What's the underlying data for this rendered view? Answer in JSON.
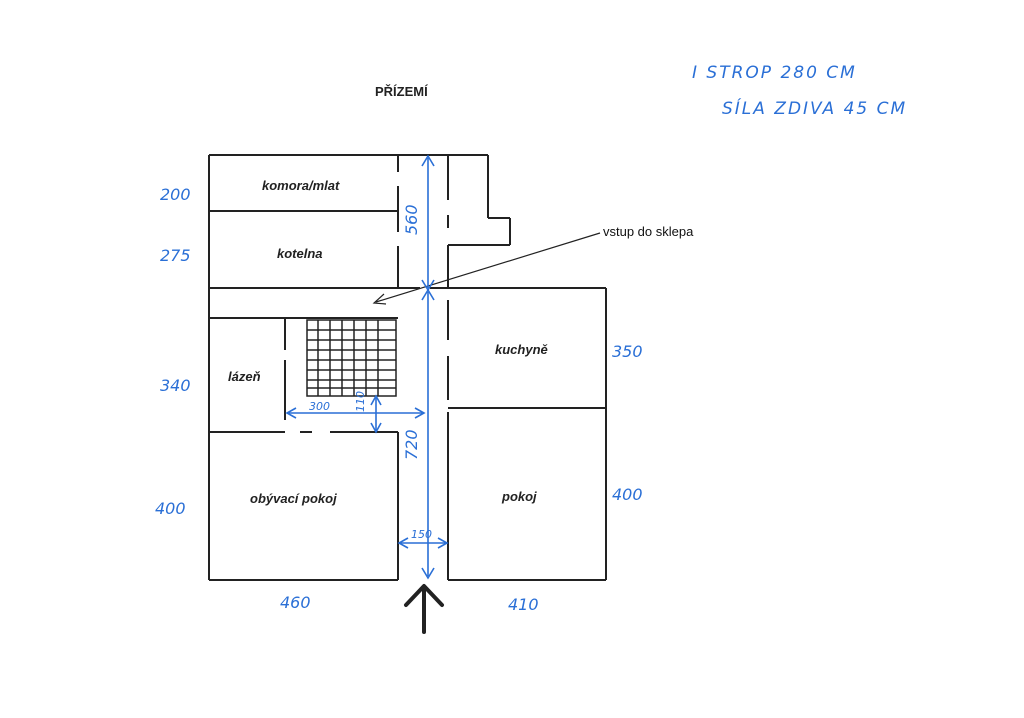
{
  "title": "PŘÍZEMÍ",
  "notes": {
    "line1": "I  STROP  280 CM",
    "line2": "SÍLA  ZDIVA  45 CM"
  },
  "rooms": {
    "komora": "komora/mlat",
    "kotelna": "kotelna",
    "lazen": "lázeň",
    "obyvaci": "obývací pokoj",
    "kuchyne": "kuchyně",
    "pokoj": "pokoj"
  },
  "callout": "vstup do sklepa",
  "dimensions": {
    "komora": "200",
    "kotelna": "275",
    "lazen": "340",
    "obyvaci": "400",
    "kuchyne": "350",
    "pokoj": "400",
    "width_left": "460",
    "width_right": "410",
    "corridor_upper": "560",
    "corridor_lower": "720",
    "stairs_width": "300",
    "stairs_depth": "110",
    "corridor_width": "150"
  },
  "colors": {
    "walls": "#222222",
    "dimensions": "#2a6fd6"
  },
  "icons": {
    "entrance": "arrow-up-icon"
  }
}
